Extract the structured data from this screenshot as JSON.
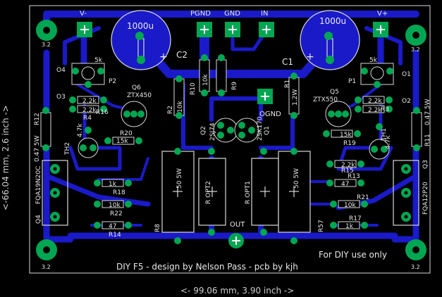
{
  "title_line": "DIY F5 - design by Nelson Pass - pcb by kjh",
  "note": "For DIY use only",
  "dim_horizontal": "<- 99.06 mm, 3.90 inch ->",
  "dim_vertical": "<-66.04 mm, 2.6 inch ->",
  "connectors": {
    "vminus": "V-",
    "pgnd": "PGND",
    "gnd": "GND",
    "in": "IN",
    "vplus": "V+",
    "ogo": "OGND",
    "out": "OUT"
  },
  "mount_holes": {
    "tl": "3.2",
    "tr": "3.2",
    "bl": "3.2",
    "br": "3.2"
  },
  "caps": {
    "c2_value": "1000u",
    "c2_name": "C2",
    "c1_value": "1000u",
    "c1_name": "C1"
  },
  "left": {
    "o4": "O4",
    "o3": "O3",
    "pot": "5k",
    "p2": "P2",
    "r4": "R4",
    "r4v": "2.2k",
    "r16": "R16",
    "r16v": "2.2k",
    "q6": "Q6",
    "q6part": "ZTX450",
    "th2": "TH2",
    "th2v": "4.7k",
    "r20": "R20",
    "r20v": "15k",
    "r12": "R12",
    "r12v": "0.47 5W",
    "q4part": "FQA19N20C",
    "q4": "Q4",
    "r18": "R18",
    "r18v": "1k",
    "r22": "R22",
    "r22v": "10k",
    "r14": "R14",
    "r14v": "47"
  },
  "right": {
    "o1": "O1",
    "o2": "O2",
    "pot": "5k",
    "p1": "P1",
    "q5": "Q5",
    "q5part": "ZTX550",
    "r3": "R3",
    "r3v": "2.2k",
    "th1": "TH1",
    "th1v": "4.7k",
    "r19": "R19",
    "r19v": "15k",
    "r15": "R15",
    "r13": "R13",
    "r13v": "47",
    "r11": "R11",
    "r11v": "0.47 5W",
    "q3part": "FQA12P20",
    "q3": "Q3",
    "r21": "R21",
    "r21v": "10k",
    "r17": "R17",
    "r17v": "1k",
    "r_extra": "2.2k"
  },
  "center": {
    "r10": "R10",
    "r10v": "10k",
    "r9": "R9",
    "r2": "R2",
    "r2v": "10k",
    "r1": "R1",
    "r1v": "1.2W",
    "q2": "Q2",
    "q2part": "2SJ74",
    "q1": "Q1",
    "q1part": "2SK170",
    "r8": "R8",
    "r8v": "50 5W",
    "ropt2": "R OPT2",
    "ropt1": "R OPT1",
    "r7": "R57",
    "r7v": "50 5W"
  }
}
